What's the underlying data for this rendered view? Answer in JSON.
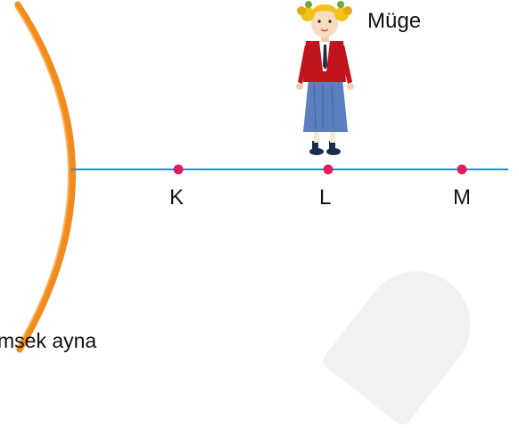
{
  "labels": {
    "person": "Müge",
    "point_k": "K",
    "point_l": "L",
    "point_m": "M",
    "mirror": "msek ayna"
  },
  "colors": {
    "mirror": "#f28a1c",
    "axis": "#1f8fd6",
    "points": "#e01e5a",
    "jacket": "#c0151d",
    "skirt": "#5b7fc1",
    "hair": "#f2c21a"
  },
  "icons": {
    "person": "girl-figure-icon",
    "mirror": "curved-mirror-icon"
  }
}
